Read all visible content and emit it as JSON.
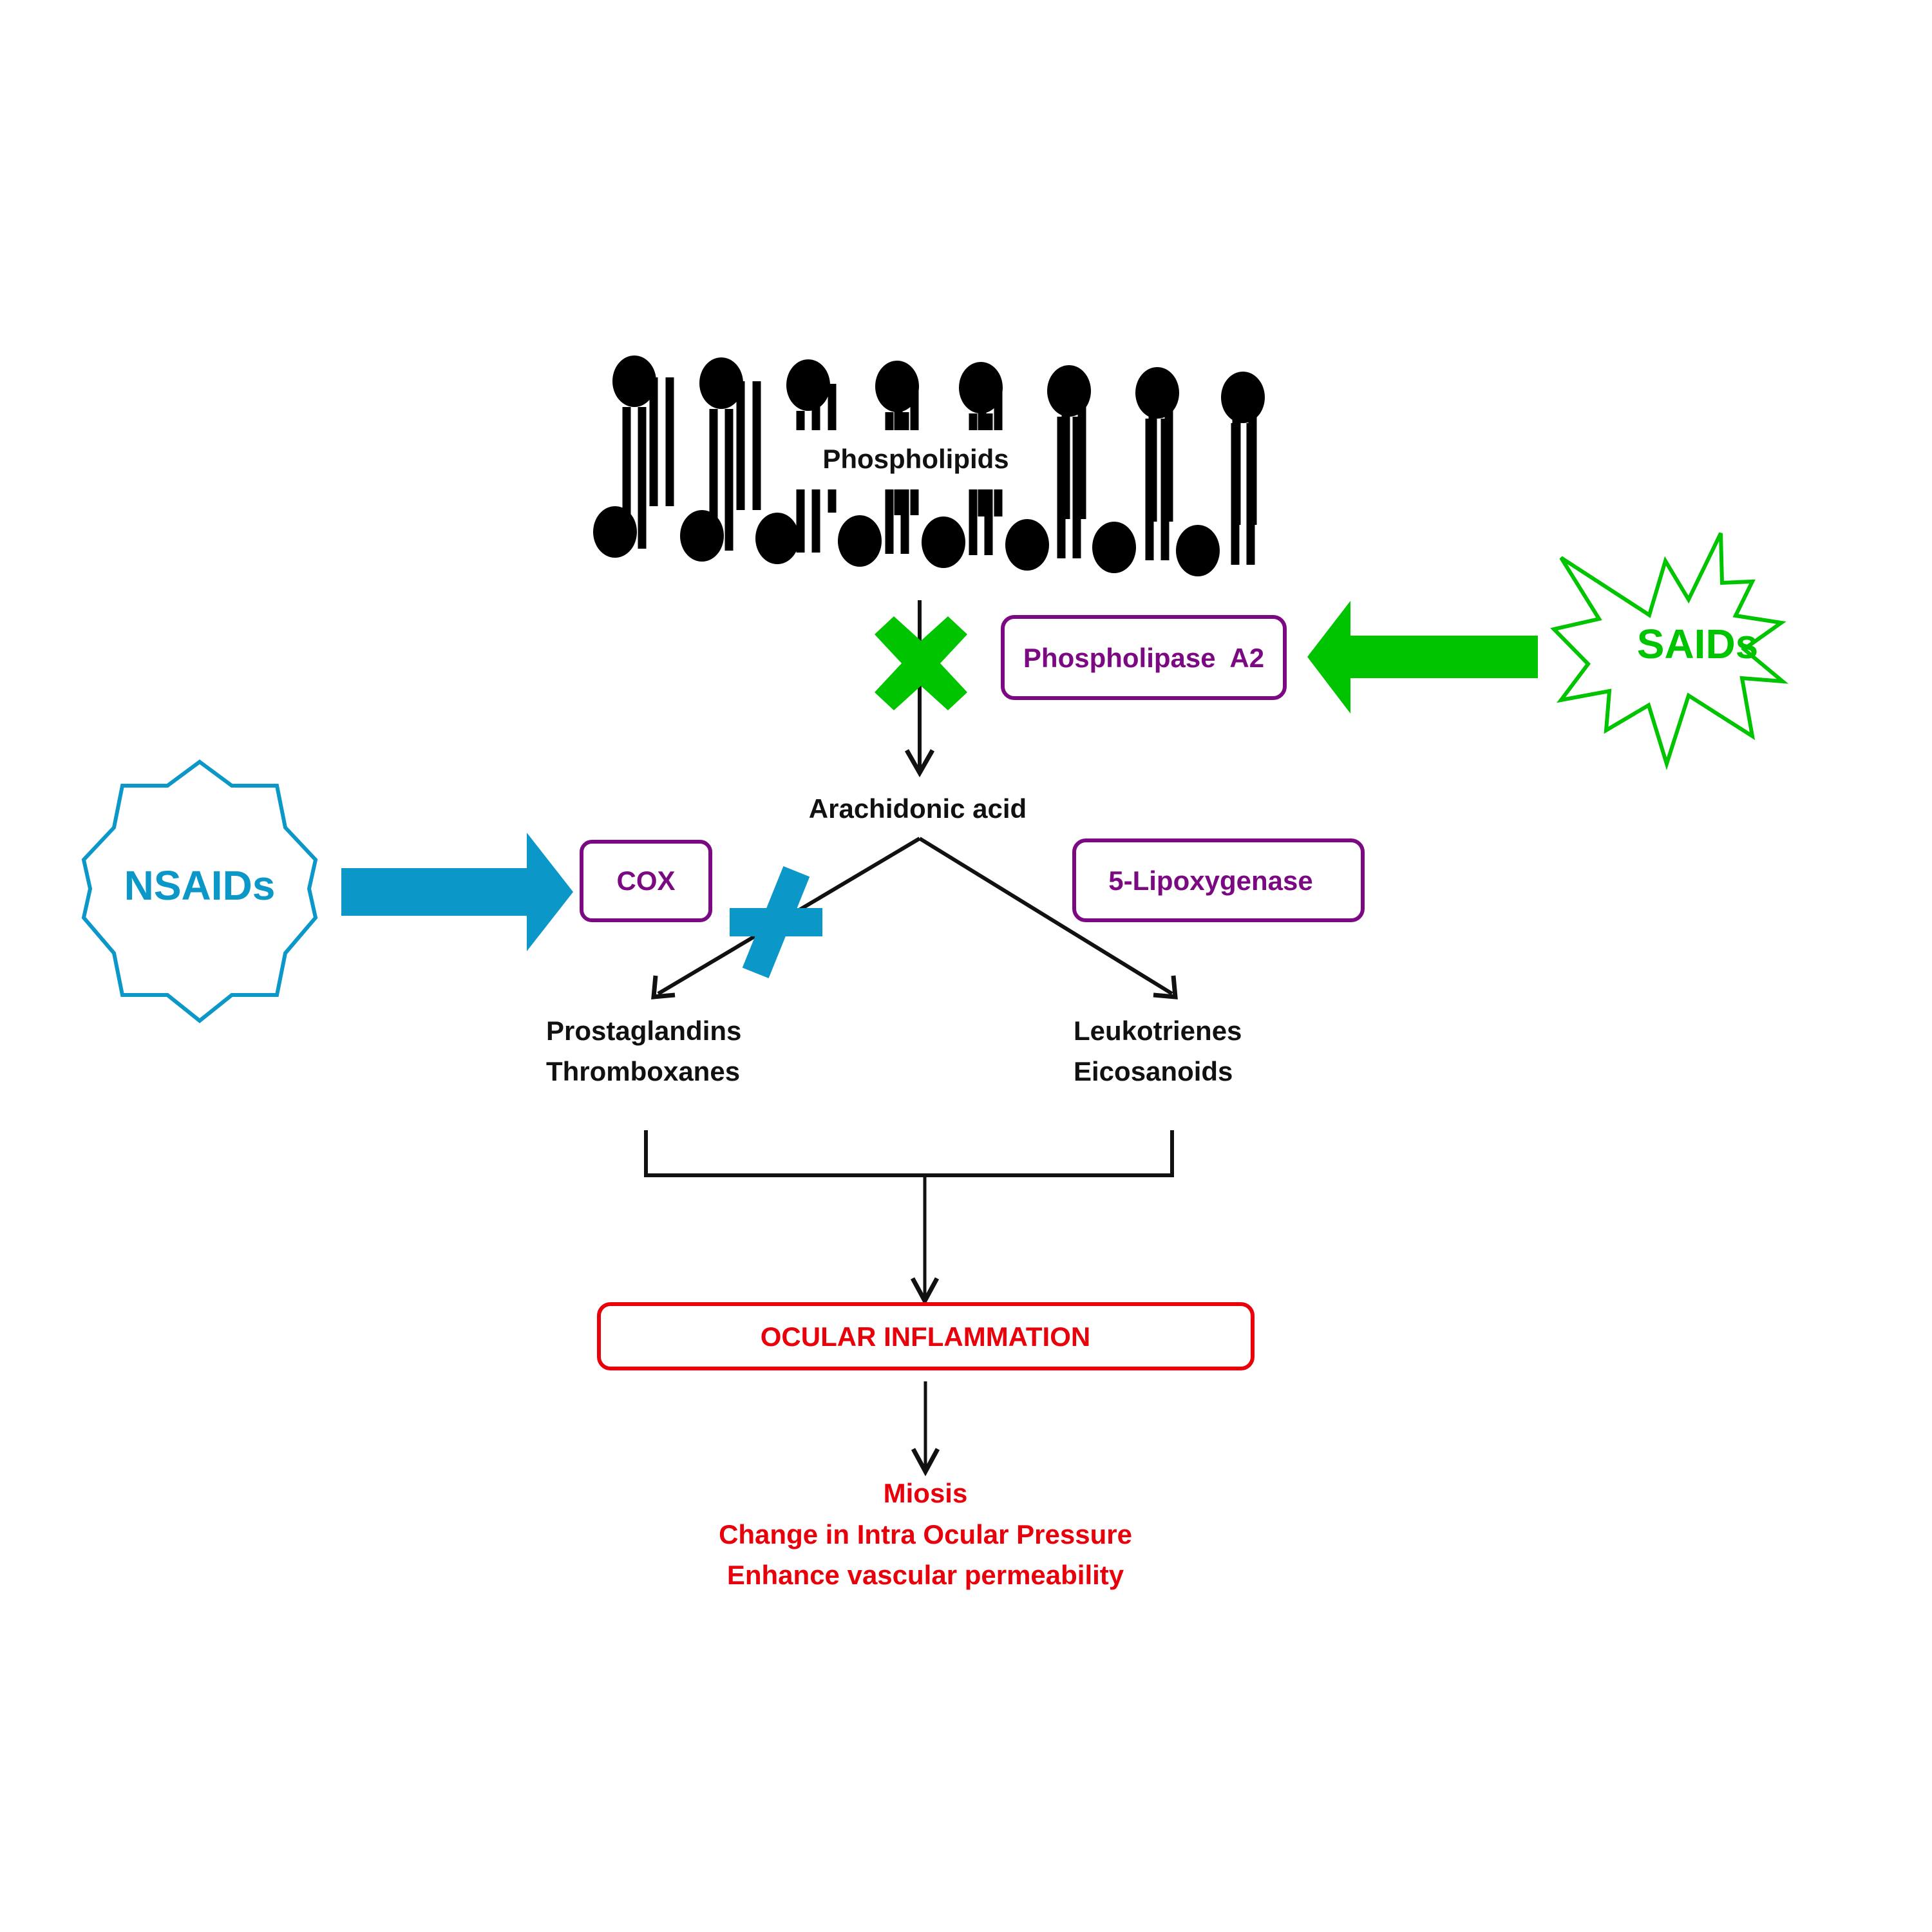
{
  "diagram": {
    "membrane": {
      "label": "Phospholipids"
    },
    "enzymes": {
      "phospholipase": {
        "label": "Phospholipase  A2"
      },
      "cox": {
        "label": "COX"
      },
      "lipoxygenase": {
        "label": "5-Lipoxygenase"
      }
    },
    "drugs": {
      "saids": {
        "label": "SAIDs",
        "target": "Phospholipase A2"
      },
      "nsaids": {
        "label": "NSAIDs",
        "target": "COX"
      }
    },
    "intermediate": {
      "label": "Arachidonic acid"
    },
    "products": {
      "left": {
        "line1": "Prostaglandins",
        "line2": "Thromboxanes"
      },
      "right": {
        "line1": "Leukotrienes",
        "line2": "Eicosanoids"
      }
    },
    "outcome": {
      "label": "OCULAR INFLAMMATION"
    },
    "effects": [
      "Miosis",
      "Change in Intra Ocular Pressure",
      "Enhance vascular permeability"
    ],
    "colors": {
      "saids": "#00c400",
      "nsaids": "#0b97c7",
      "enzyme": "#7b0a82",
      "outcome": "#e8000b",
      "arrow": "#111111"
    }
  }
}
